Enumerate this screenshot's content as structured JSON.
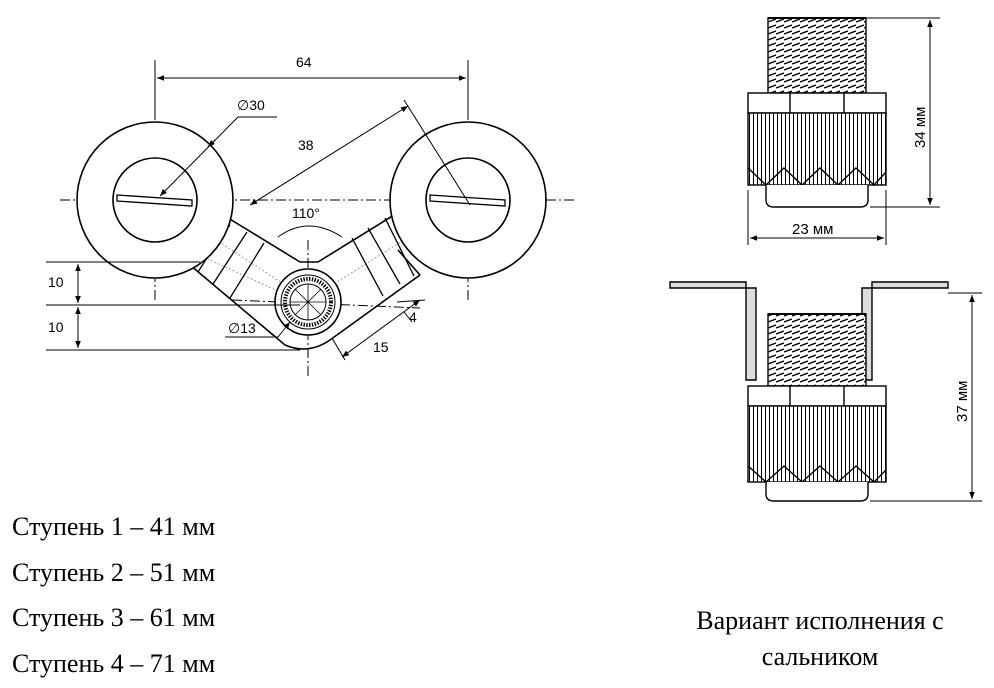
{
  "dims": {
    "d64": "64",
    "d38": "38",
    "phi30": "∅30",
    "angle": "110°",
    "d10a": "10",
    "d10b": "10",
    "phi13": "∅13",
    "d4": "4",
    "d15": "15",
    "h34": "34 мм",
    "w23": "23 мм",
    "h37": "37 мм"
  },
  "steps": [
    "Ступень 1 – 41 мм",
    "Ступень 2 – 51 мм",
    "Ступень 3 – 61 мм",
    "Ступень 4 – 71 мм"
  ],
  "caption": {
    "line1": "Вариант исполнения с",
    "line2": "сальником"
  }
}
